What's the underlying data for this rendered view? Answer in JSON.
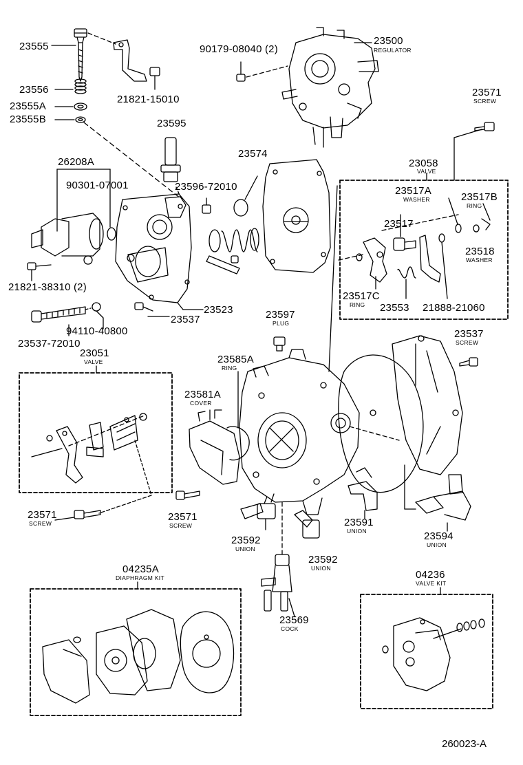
{
  "parts": {
    "p23555": "23555",
    "p23556": "23556",
    "p23555a": "23555A",
    "p23555b": "23555B",
    "p21821_15010": "21821-15010",
    "p90179": "90179-08040 (2)",
    "p23500": "23500",
    "p23500_sub": "REGULATOR",
    "p23571_tr": "23571",
    "p23571_tr_sub": "SCREW",
    "p23595": "23595",
    "p26208a": "26208A",
    "p90301": "90301-07001",
    "p23574": "23574",
    "p23596": "23596-72010",
    "p23058": "23058",
    "p23058_sub": "VALVE",
    "p23517a": "23517A",
    "p23517a_sub": "WASHER",
    "p23517b": "23517B",
    "p23517b_sub": "RING",
    "p23517": "23517",
    "p23518": "23518",
    "p23518_sub": "WASHER",
    "p23517c": "23517C",
    "p23517c_sub": "RING",
    "p23553": "23553",
    "p21888": "21888-21060",
    "p21821_38310": "21821-38310 (2)",
    "p23523": "23523",
    "p23537_mid": "23537",
    "p94110": "94110-40800",
    "p23537_72010": "23537-72010",
    "p23597": "23597",
    "p23597_sub": "PLUG",
    "p23537_r": "23537",
    "p23537_r_sub": "SCREW",
    "p23051": "23051",
    "p23051_sub": "VALVE",
    "p23585a": "23585A",
    "p23585a_sub": "RING",
    "p23581a": "23581A",
    "p23581a_sub": "COVER",
    "p23571_l": "23571",
    "p23571_l_sub": "SCREW",
    "p23571_m": "23571",
    "p23571_m_sub": "SCREW",
    "p23592_l": "23592",
    "p23592_l_sub": "UNION",
    "p23591": "23591",
    "p23591_sub": "UNION",
    "p23594": "23594",
    "p23594_sub": "UNION",
    "p23592_r": "23592",
    "p23592_r_sub": "UNION",
    "p04235a": "04235A",
    "p04235a_sub": "DIAPHRAGM KIT",
    "p23569": "23569",
    "p23569_sub": "COCK",
    "p04236": "04236",
    "p04236_sub": "VALVE KIT"
  },
  "footer": {
    "code": "260023-A"
  }
}
